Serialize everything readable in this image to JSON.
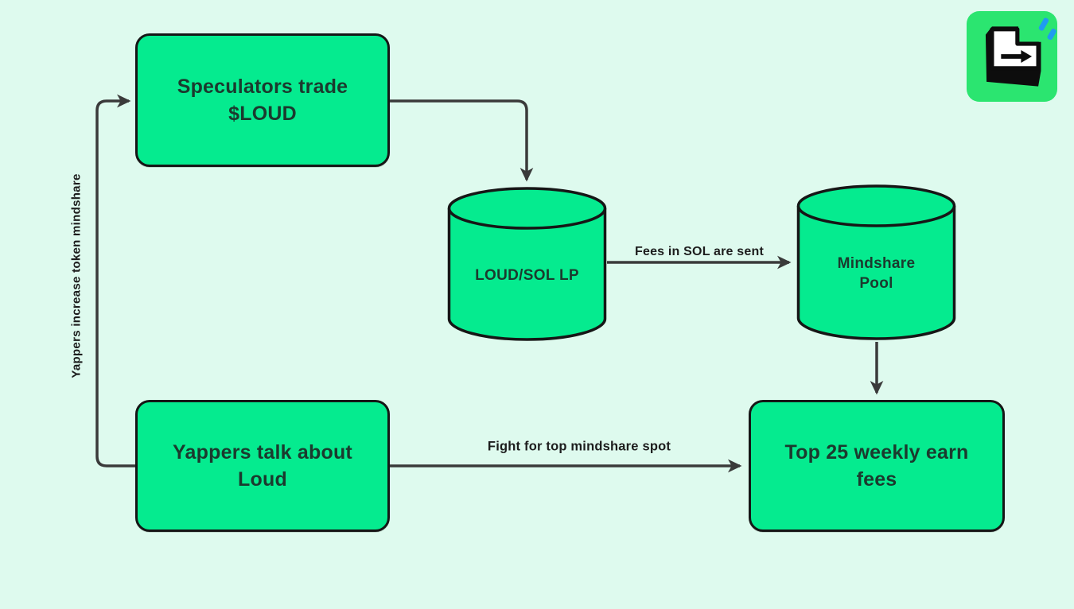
{
  "canvas": {
    "background": "#defaee",
    "line_color": "#3a3a3a",
    "node_fill": "#05eb8f",
    "node_border": "#161616",
    "node_text_color": "#1b3a2e",
    "label_text_color": "#1d1d1d"
  },
  "nodes": {
    "speculators": {
      "label": "Speculators trade $LOUD"
    },
    "loud_sol_lp": {
      "label": "LOUD/SOL LP"
    },
    "mindshare_pool": {
      "label": "Mindshare Pool"
    },
    "yappers": {
      "label": "Yappers talk about Loud"
    },
    "top25": {
      "label": "Top 25 weekly earn fees"
    }
  },
  "edges": {
    "fees": {
      "label": "Fees in SOL are sent"
    },
    "fight": {
      "label": "Fight for top mindshare spot"
    },
    "mindshare_loop": {
      "label": "Yappers increase token mindshare"
    }
  },
  "logo": {
    "name": "loud-enter-key-logo",
    "bg_color": "#2be570",
    "accent_blue": "#1f9bf0"
  }
}
